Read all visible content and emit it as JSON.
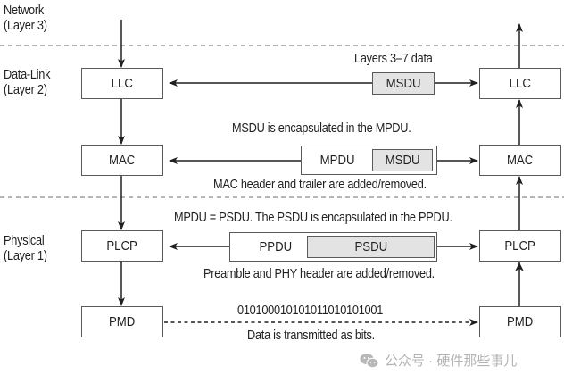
{
  "layers": {
    "network": [
      "Network",
      "(Layer 3)"
    ],
    "datalink": [
      "Data-Link",
      "(Layer 2)"
    ],
    "physical": [
      "Physical",
      "(Layer 1)"
    ]
  },
  "boxes": {
    "llc": "LLC",
    "mac": "MAC",
    "plcp": "PLCP",
    "pmd": "PMD"
  },
  "units": {
    "msdu": "MSDU",
    "mpdu": "MPDU",
    "ppdu": "PPDU",
    "psdu": "PSDU"
  },
  "annotations": {
    "llc_top": "Layers 3–7 data",
    "mac_top": "MSDU is encapsulated in the MPDU.",
    "mac_bottom": "MAC header and trailer are added/removed.",
    "plcp_top": "MPDU = PSDU. The PSDU is encapsulated in the PPDU.",
    "plcp_bottom": "Preamble and PHY header are added/removed.",
    "bits": "010100010101011010101001",
    "pmd_bottom": "Data is transmitted as bits."
  },
  "watermark": {
    "icon": "wechat-icon",
    "text": "公众号 · 硬件那些事儿"
  }
}
